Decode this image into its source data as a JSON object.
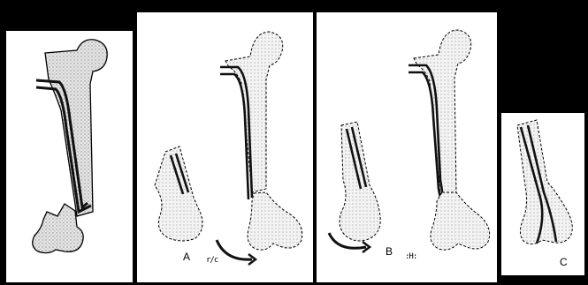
{
  "panels": [
    {
      "id": "original",
      "label": ""
    },
    {
      "id": "A",
      "label": "A",
      "mark": "r/c"
    },
    {
      "id": "B",
      "label": "B",
      "mark": ":H:"
    },
    {
      "id": "C",
      "label": "C"
    }
  ],
  "colors": {
    "background": "#000000",
    "panel": "#ffffff",
    "bone_fill": "#d8d8d8",
    "rod": "#111111"
  }
}
